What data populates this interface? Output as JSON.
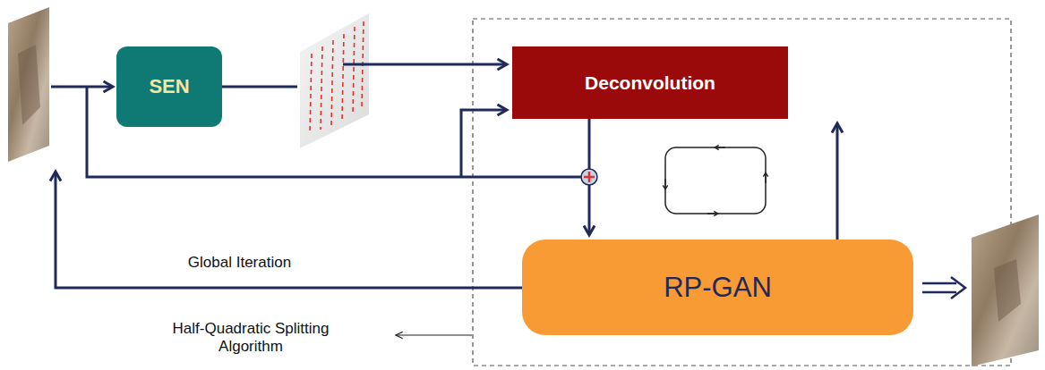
{
  "diagram": {
    "nodes": [
      {
        "text": [
          "SEN"
        ]
      },
      {
        "text": [
          "Deconvolution"
        ]
      },
      {
        "text": [
          "RP-GAN"
        ]
      }
    ],
    "edges": [
      {
        "from": 1,
        "to": 2,
        "arrow": "to"
      },
      {
        "from": 2,
        "to": 1,
        "arrow": "to"
      }
    ],
    "labels": [
      "Global Iteration",
      "Half-Quadratic Splitting Algorithm"
    ]
  }
}
